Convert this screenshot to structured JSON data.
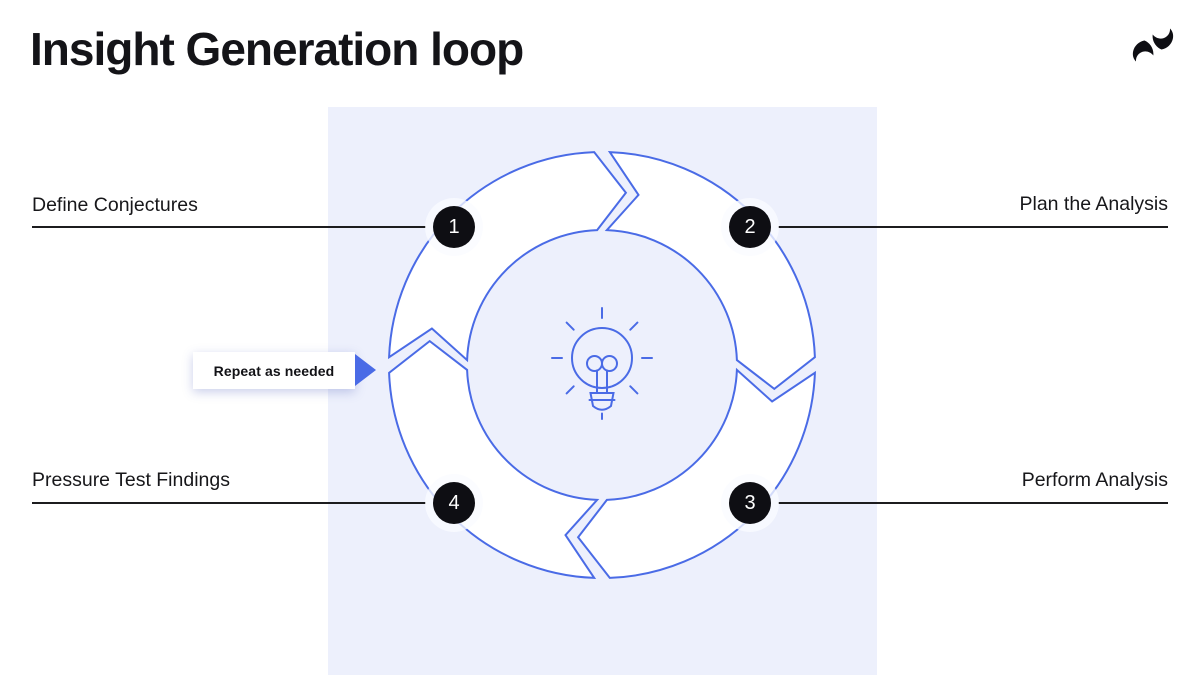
{
  "slide": {
    "title": "Insight Generation loop",
    "brand_logo": "loop-brand-mark"
  },
  "diagram": {
    "center_icon": "lightbulb",
    "repeat_badge": {
      "label": "Repeat as needed"
    },
    "steps": [
      {
        "number": "1",
        "label": "Define Conjectures",
        "position": "top-left"
      },
      {
        "number": "2",
        "label": "Plan the Analysis",
        "position": "top-right"
      },
      {
        "number": "3",
        "label": "Perform Analysis",
        "position": "bottom-right"
      },
      {
        "number": "4",
        "label": "Pressure Test Findings",
        "position": "bottom-left"
      }
    ],
    "colors": {
      "accent_blue": "#4A6BE6",
      "panel_background": "#EDF0FC",
      "badge_fill": "#0E0E13",
      "text_black": "#17171A"
    }
  }
}
